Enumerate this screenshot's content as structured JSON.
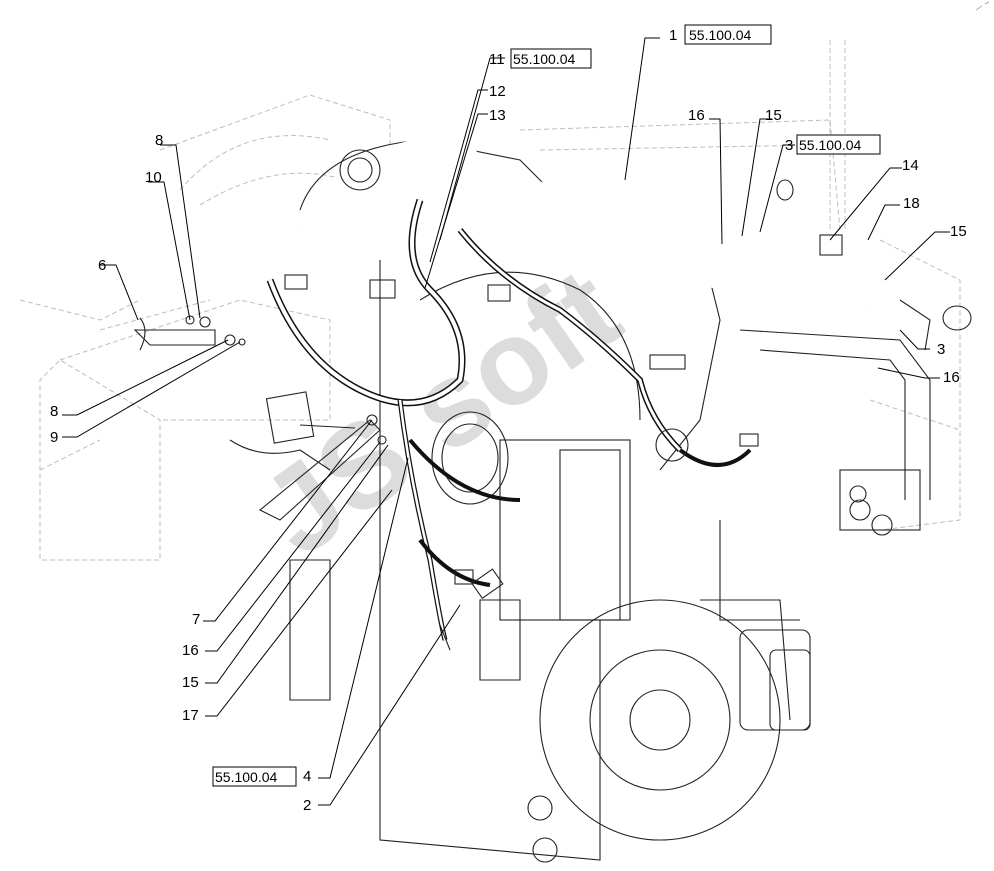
{
  "diagram": {
    "callouts": {
      "c1": "1",
      "c2": "2",
      "c3a": "3",
      "c3b": "3",
      "c4": "4",
      "c6": "6",
      "c7": "7",
      "c8a": "8",
      "c8b": "8",
      "c9": "9",
      "c10": "10",
      "c11": "11",
      "c12": "12",
      "c13": "13",
      "c14": "14",
      "c15a": "15",
      "c15b": "15",
      "c15c": "15",
      "c16a": "16",
      "c16b": "16",
      "c16c": "16",
      "c17": "17",
      "c18": "18"
    },
    "references": {
      "r1": "55.100.04",
      "r3": "55.100.04",
      "r4": "55.100.04",
      "r11": "55.100.04"
    },
    "watermark": "JS soft"
  }
}
